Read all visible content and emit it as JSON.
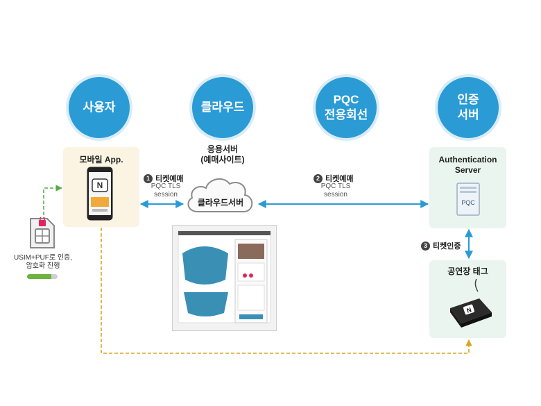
{
  "actors": [
    {
      "label": "사용자"
    },
    {
      "label": "클라우드"
    },
    {
      "label": "PQC\n전용회선"
    },
    {
      "label": "인증\n서버"
    }
  ],
  "mobile_app": {
    "title": "모바일 App."
  },
  "app_server": {
    "title": "응용서버\n(예매사이트)",
    "cloud_label": "클라우드서버"
  },
  "auth_server": {
    "title": "Authentication\nServer",
    "box_label": "PQC"
  },
  "venue_tag": {
    "title": "공연장 태그"
  },
  "sim": {
    "caption": "USIM+PUF로 인증,\n암호화 진행",
    "progress": 0.8
  },
  "steps": [
    {
      "num": "1",
      "title": "티켓예매",
      "sub": "PQC TLS\nsession"
    },
    {
      "num": "2",
      "title": "티켓예매",
      "sub": "PQC TLS\nsession"
    },
    {
      "num": "3",
      "title": "티켓인증"
    }
  ],
  "colors": {
    "circle": "#2a9bd5",
    "arrow_blue": "#2a9bd5",
    "arrow_orange": "#d9a520",
    "arrow_green": "#5aab46"
  }
}
